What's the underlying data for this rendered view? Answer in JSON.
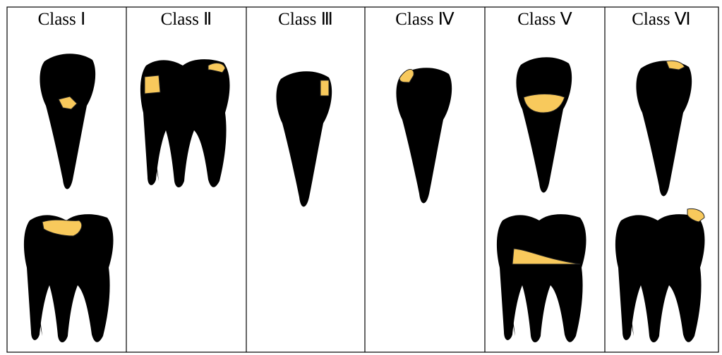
{
  "columns": [
    {
      "label": "Class Ⅰ"
    },
    {
      "label": "Class Ⅱ"
    },
    {
      "label": "Class Ⅲ"
    },
    {
      "label": "Class Ⅳ"
    },
    {
      "label": "Class Ⅴ"
    },
    {
      "label": "Class Ⅵ"
    }
  ],
  "colors": {
    "cavity_fill": "#f8c95c",
    "line": "#000000",
    "background": "#ffffff"
  }
}
